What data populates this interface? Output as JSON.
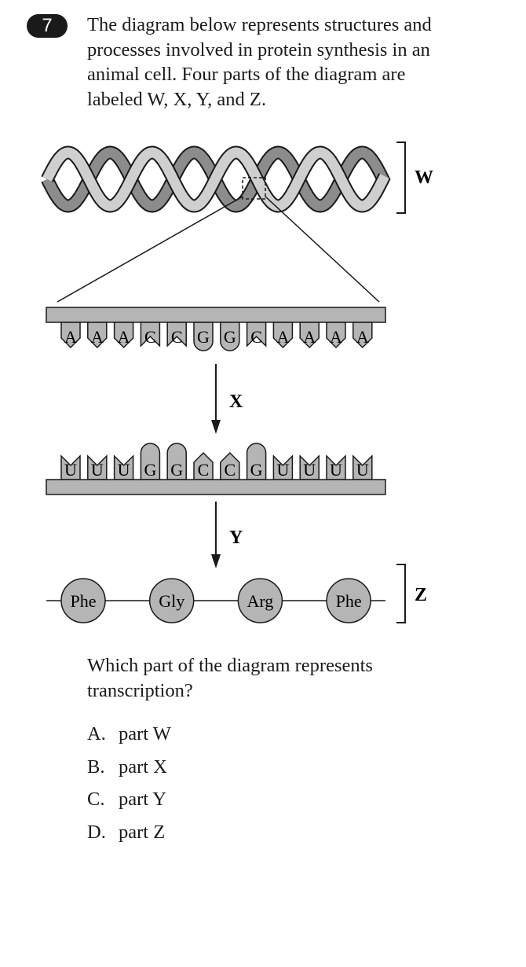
{
  "question": {
    "number": "7",
    "stem": "The diagram below represents structures and processes involved in protein synthesis in an animal cell. Four parts of the diagram are labeled W, X, Y, and Z.",
    "prompt": "Which part of the diagram represents transcription?",
    "choices": [
      {
        "letter": "A.",
        "text": "part W"
      },
      {
        "letter": "B.",
        "text": "part X"
      },
      {
        "letter": "C.",
        "text": "part Y"
      },
      {
        "letter": "D.",
        "text": "part Z"
      }
    ]
  },
  "diagram": {
    "labels": {
      "w": "W",
      "x": "X",
      "y": "Y",
      "z": "Z"
    },
    "dna_bases": [
      "A",
      "A",
      "A",
      "C",
      "C",
      "G",
      "G",
      "C",
      "A",
      "A",
      "A",
      "A"
    ],
    "rna_bases": [
      "U",
      "U",
      "U",
      "G",
      "G",
      "C",
      "C",
      "G",
      "U",
      "U",
      "U",
      "U"
    ],
    "amino_acids": [
      "Phe",
      "Gly",
      "Arg",
      "Phe"
    ],
    "colors": {
      "strand_dark": "#8c8c8c",
      "strand_light": "#cfcfcf",
      "fill": "#b5b5b5",
      "line": "#1a1a1a"
    }
  }
}
